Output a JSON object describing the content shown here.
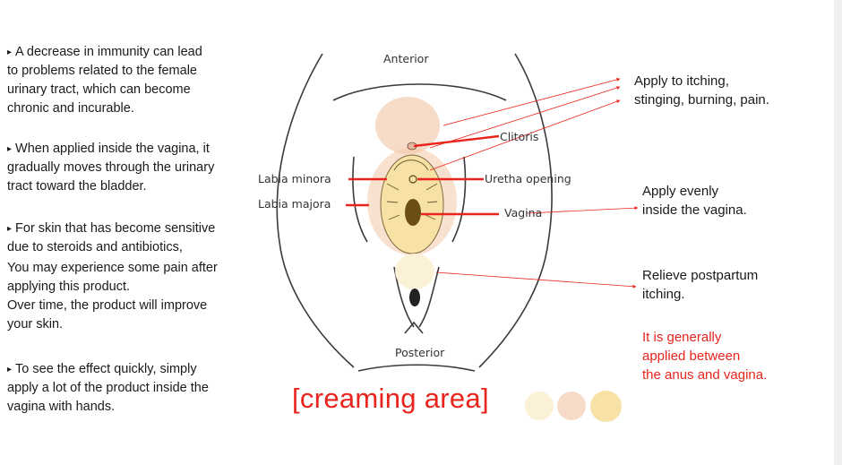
{
  "left_text": {
    "bullet_1": "A decrease in immunity can lead\nto problems related to the female\nurinary tract, which can become\nchronic and incurable.",
    "bullet_2": "When applied inside the vagina, it\ngradually moves through the urinary\ntract toward the bladder.",
    "bullet_3": "For skin that has become sensitive\ndue to steroids and antibiotics,",
    "bullet_3_cont": "You may experience some pain after\napplying this product.\nOver time, the product will improve\nyour skin.",
    "bullet_4": "To see the effect quickly, simply\napply a lot of the product inside the\nvagina with hands.",
    "bullet_marker": "▸"
  },
  "diagram": {
    "anterior": "Anterior",
    "posterior": "Posterior",
    "clitoris": "Clitoris",
    "labia_minora": "Labia minora",
    "labia_majora": "Labia majora",
    "uretha_opening": "Uretha opening",
    "vagina": "Vagina"
  },
  "notes": {
    "itching": "Apply to itching,\nstinging, burning, pain.",
    "inside": "Apply evenly\ninside the vagina.",
    "postpartum": "Relieve postpartum\nitching.",
    "between": "It is generally\napplied between\nthe anus and vagina."
  },
  "caption": "[creaming area]",
  "colors": {
    "accent_red": "#e8241c",
    "swatch_1": "#fbf1d6",
    "swatch_2": "#f6dcc8",
    "swatch_3": "#f8e1a4"
  }
}
